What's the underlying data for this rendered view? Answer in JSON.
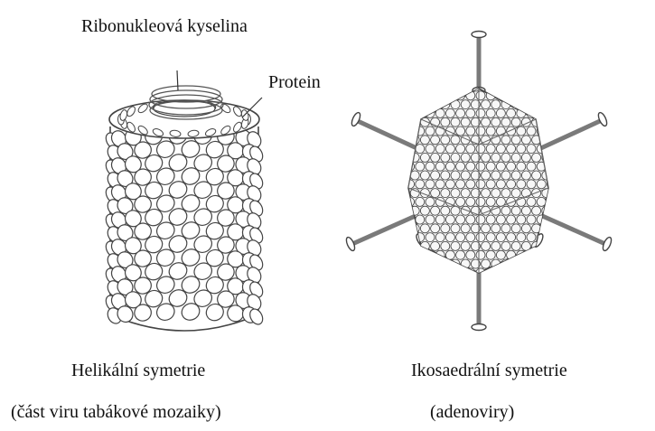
{
  "labels": {
    "rna": "Ribonukleová kyselina",
    "protein": "Protein",
    "helical_title": "Helikální symetrie",
    "helical_subtitle": "(část viru tabákové mozaiky)",
    "icosa_title": "Ikosaedrální symetrie",
    "icosa_subtitle": "(adenoviry)"
  },
  "colors": {
    "ink": "#111111",
    "stroke": "#444444",
    "fiber": "#7a7a7a",
    "capsomer_fill": "#f7f7f7",
    "background": "#ffffff"
  },
  "icons": {
    "helical_virus": "tobacco-mosaic-virus-segment",
    "icosahedral_virus": "adenovirus-capsid"
  }
}
